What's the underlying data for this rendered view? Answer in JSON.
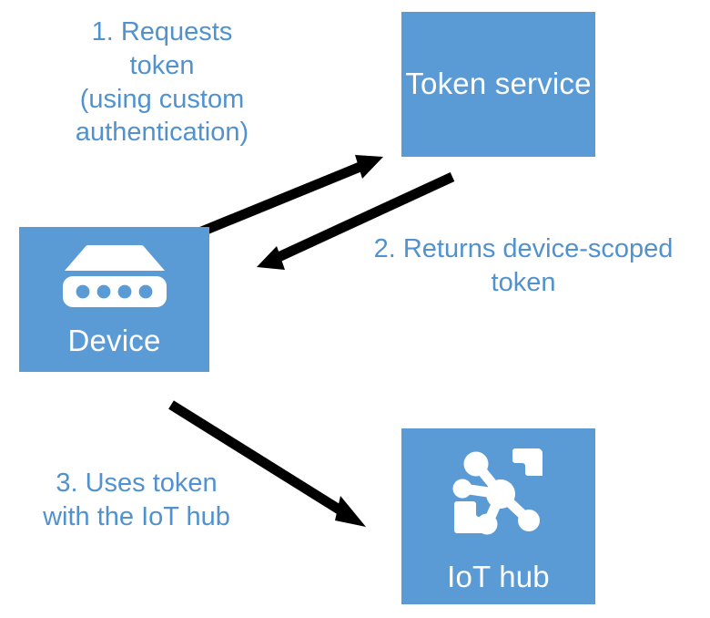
{
  "diagram": {
    "title": "Device token flow with token service and IoT hub",
    "background_color": "#ffffff",
    "accent_color": "#5B9BD5",
    "text_color": "#5192CE",
    "arrow_color": "#000000"
  },
  "nodes": [
    {
      "id": "token-service",
      "label": "Token\nservice",
      "icon": null,
      "fill": "#5B9BD5",
      "text_color": "#ffffff"
    },
    {
      "id": "device",
      "label": "Device",
      "icon": "device-gateway-icon",
      "fill": "#5B9BD5",
      "text_color": "#ffffff"
    },
    {
      "id": "iot-hub",
      "label": "IoT hub",
      "icon": "iot-hub-network-icon",
      "fill": "#5B9BD5",
      "text_color": "#ffffff"
    }
  ],
  "steps": [
    {
      "id": "step-1",
      "text": "1. Requests\ntoken\n(using custom\nauthentication)",
      "from": "device",
      "to": "token-service"
    },
    {
      "id": "step-2",
      "text": "2. Returns device-scoped\ntoken",
      "from": "token-service",
      "to": "device"
    },
    {
      "id": "step-3",
      "text": "3. Uses token\nwith the IoT hub",
      "from": "device",
      "to": "iot-hub"
    }
  ]
}
